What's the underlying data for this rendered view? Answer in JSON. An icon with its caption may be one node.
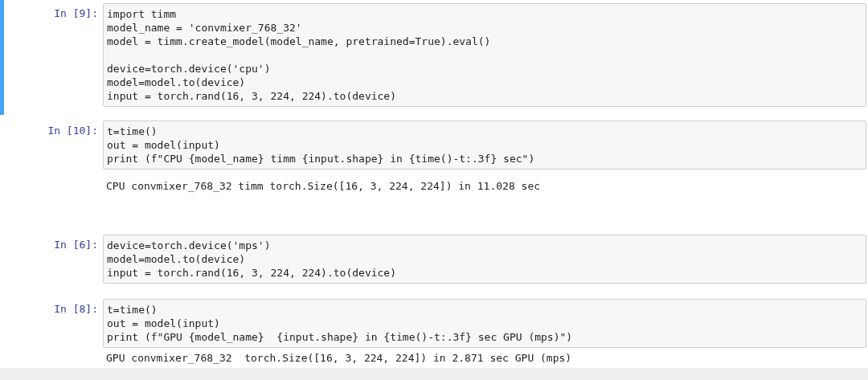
{
  "diagram": {
    "labels": [
      "In [9]:",
      "import timm",
      "model_name = 'convmixer_768_32'",
      "model = timm.create_model(model_name, pretrained=True).eval()",
      "device=torch.device('cpu')",
      "model=model.to(device)",
      "input = torch.rand(16, 3, 224, 224).to(device)",
      "In [10]:",
      "t=time()",
      "out = model(input)",
      "print (f\"CPU {model_name} timm {input.shape} in {time()-t:.3f} sec\")",
      "CPU convmixer_768_32 timm torch.Size([16, 3, 224, 224]) in 11.028 sec",
      "In [6]:",
      "device=torch.device('mps')",
      "model=model.to(device)",
      "input = torch.rand(16, 3, 224, 224).to(device)",
      "In [8]:",
      "t=time()",
      "out = model(input)",
      "print (f\"GPU {model_name}  {input.shape} in {time()-t:.3f} sec GPU (mps)\")",
      "GPU convmixer_768_32  torch.Size([16, 3, 224, 224]) in 2.871 sec GPU (mps)"
    ]
  }
}
